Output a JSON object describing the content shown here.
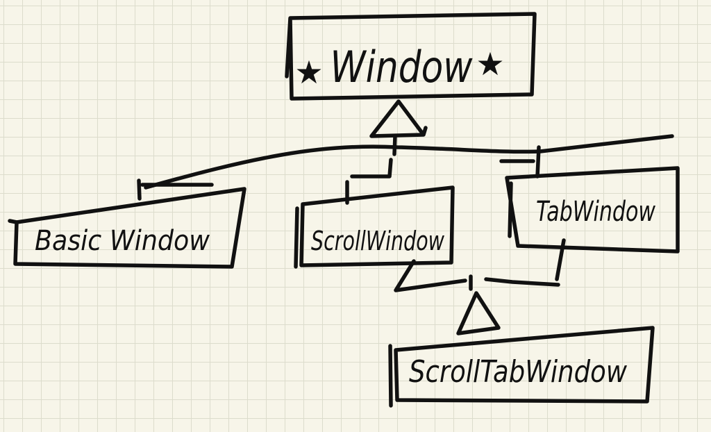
{
  "nodes": {
    "window": {
      "label": "Window",
      "marker": "★"
    },
    "basic_window": {
      "label": "Basic Window"
    },
    "scroll_window": {
      "label": "ScrollWindow"
    },
    "tab_window": {
      "label": "TabWindow"
    },
    "scroll_tab_window": {
      "label": "ScrollTabWindow"
    }
  },
  "colors": {
    "ink": "#111111",
    "paper": "#f7f5e9",
    "grid": "#dcdccc"
  }
}
